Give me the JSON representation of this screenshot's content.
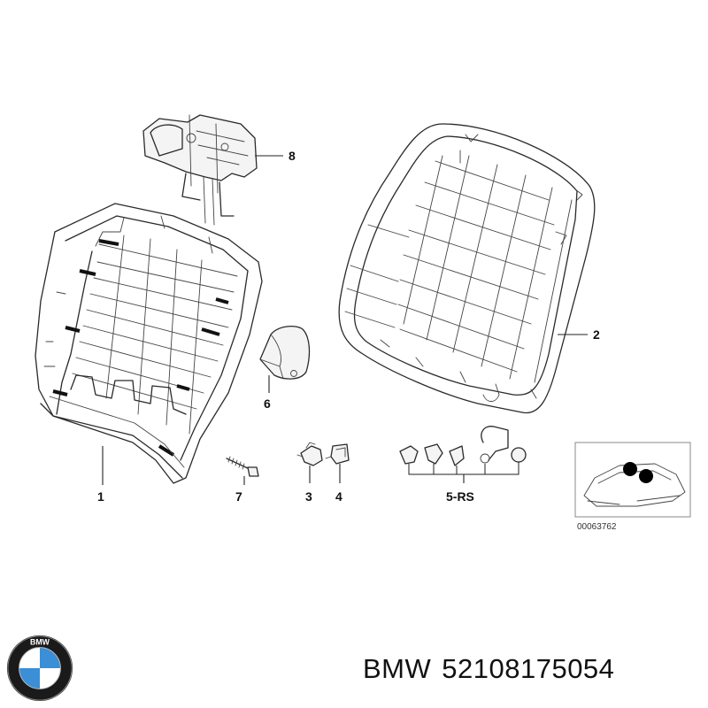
{
  "diagram": {
    "callouts": {
      "frame": "1",
      "backrest_pad": "2",
      "clip_small": "3",
      "clip_square": "4",
      "fastener_set": "5-RS",
      "cover_cap": "6",
      "screw": "7",
      "headrest_guide": "8"
    },
    "inset_reference": "00063762"
  },
  "footer": {
    "brand": "BMW",
    "part_number": "52108175054",
    "logo_letters": "BMW"
  },
  "colors": {
    "line": "#2a2a2a",
    "logo_blue": "#3a8fd6",
    "logo_ring": "#1a1a1a",
    "logo_white": "#ffffff"
  }
}
